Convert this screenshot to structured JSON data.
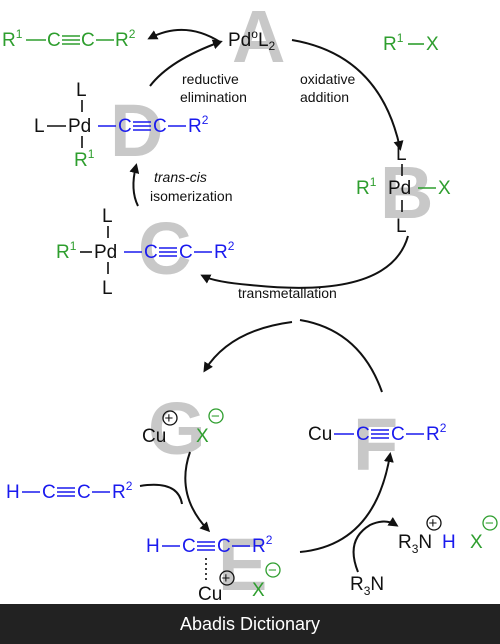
{
  "colors": {
    "substrate_green": "#2e9e2e",
    "alkyne_blue": "#1a1aee",
    "metal_black": "#111111",
    "letter_grey": "#c8c8c8",
    "footer_bg": "#222222"
  },
  "big_letters": {
    "A": "A",
    "B": "B",
    "C": "C",
    "D": "D",
    "E": "E",
    "F": "F",
    "G": "G"
  },
  "labels": {
    "reductive_1": "reductive",
    "reductive_2": "elimination",
    "oxidative_1": "oxidative",
    "oxidative_2": "addition",
    "trans_cis_1": "trans-cis",
    "trans_cis_2": "isomerization",
    "transmetallation": "transmetallation"
  },
  "atoms": {
    "Pd": "Pd",
    "L": "L",
    "L2": "2",
    "Pd0_sup": "o",
    "R": "R",
    "sup1": "1",
    "sup2": "2",
    "X": "X",
    "C": "C",
    "H": "H",
    "Cu": "Cu",
    "N": "N",
    "sub3": "3",
    "plus": "+",
    "minus": "−"
  },
  "footer": {
    "text": "Abadis Dictionary"
  }
}
